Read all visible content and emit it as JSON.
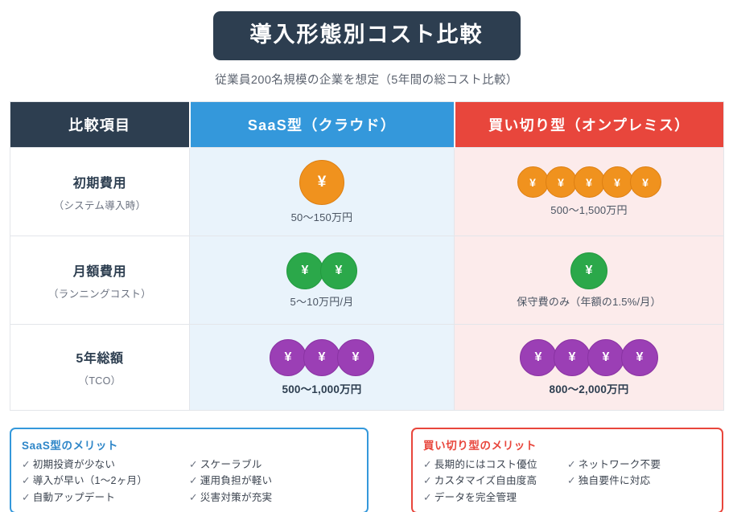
{
  "header": {
    "title": "導入形態別コスト比較",
    "subtitle": "従業員200名規模の企業を想定（5年間の総コスト比較）"
  },
  "colors": {
    "navy": "#2d3e50",
    "saas_blue": "#3498db",
    "onprem_red": "#e8463c",
    "coin_orange": "#f0921e",
    "coin_green": "#2ba84a",
    "coin_purple": "#9b3fb5",
    "saas_cell_bg": "#e9f3fb",
    "onprem_cell_bg": "#fcebeb"
  },
  "table": {
    "columns": [
      {
        "label": "比較項目"
      },
      {
        "label": "SaaS型（クラウド）"
      },
      {
        "label": "買い切り型（オンプレミス）"
      }
    ],
    "rows": [
      {
        "item": "初期費用",
        "item_sub": "（システム導入時）",
        "saas": {
          "coin_count": 1,
          "coin_color": "orange",
          "coin_size": "lg",
          "coin_glyph": "¥",
          "label": "50〜150万円",
          "bold": false
        },
        "onprem": {
          "coin_count": 5,
          "coin_color": "orange",
          "coin_size": "sm",
          "coin_glyph": "¥",
          "label": "500〜1,500万円",
          "bold": false
        }
      },
      {
        "item": "月額費用",
        "item_sub": "（ランニングコスト）",
        "saas": {
          "coin_count": 2,
          "coin_color": "green",
          "coin_size": "md",
          "coin_glyph": "¥",
          "label": "5〜10万円/月",
          "bold": false
        },
        "onprem": {
          "coin_count": 1,
          "coin_color": "green",
          "coin_size": "md",
          "coin_glyph": "¥",
          "label": "保守費のみ（年額の1.5%/月）",
          "bold": false
        }
      },
      {
        "item": "5年総額",
        "item_sub": "（TCO）",
        "saas": {
          "coin_count": 3,
          "coin_color": "purple",
          "coin_size": "md",
          "coin_glyph": "¥",
          "label": "500〜1,000万円",
          "bold": true
        },
        "onprem": {
          "coin_count": 4,
          "coin_color": "purple",
          "coin_size": "md",
          "coin_glyph": "¥",
          "label": "800〜2,000万円",
          "bold": true
        }
      }
    ]
  },
  "merits": {
    "saas": {
      "title": "SaaS型のメリット",
      "check": "✓",
      "items": [
        "初期投資が少ない",
        "スケーラブル",
        "導入が早い（1〜2ヶ月）",
        "運用負担が軽い",
        "自動アップデート",
        "災害対策が充実"
      ]
    },
    "onprem": {
      "title": "買い切り型のメリット",
      "check": "✓",
      "items": [
        "長期的にはコスト優位",
        "ネットワーク不要",
        "カスタマイズ自由度高",
        "独自要件に対応",
        "データを完全管理"
      ]
    }
  },
  "chart_data": {
    "type": "table",
    "title": "導入形態別コスト比較",
    "subtitle": "従業員200名規模の企業を想定（5年間の総コスト比較）",
    "categories": [
      "初期費用",
      "月額費用",
      "5年総額"
    ],
    "series": [
      {
        "name": "SaaS型（クラウド）",
        "values": [
          "50〜150万円",
          "5〜10万円/月",
          "500〜1,000万円"
        ],
        "coin_counts": [
          1,
          2,
          3
        ]
      },
      {
        "name": "買い切り型（オンプレミス）",
        "values": [
          "500〜1,500万円",
          "保守費のみ（年額の1.5%/月）",
          "800〜2,000万円"
        ],
        "coin_counts": [
          5,
          1,
          4
        ]
      }
    ]
  }
}
